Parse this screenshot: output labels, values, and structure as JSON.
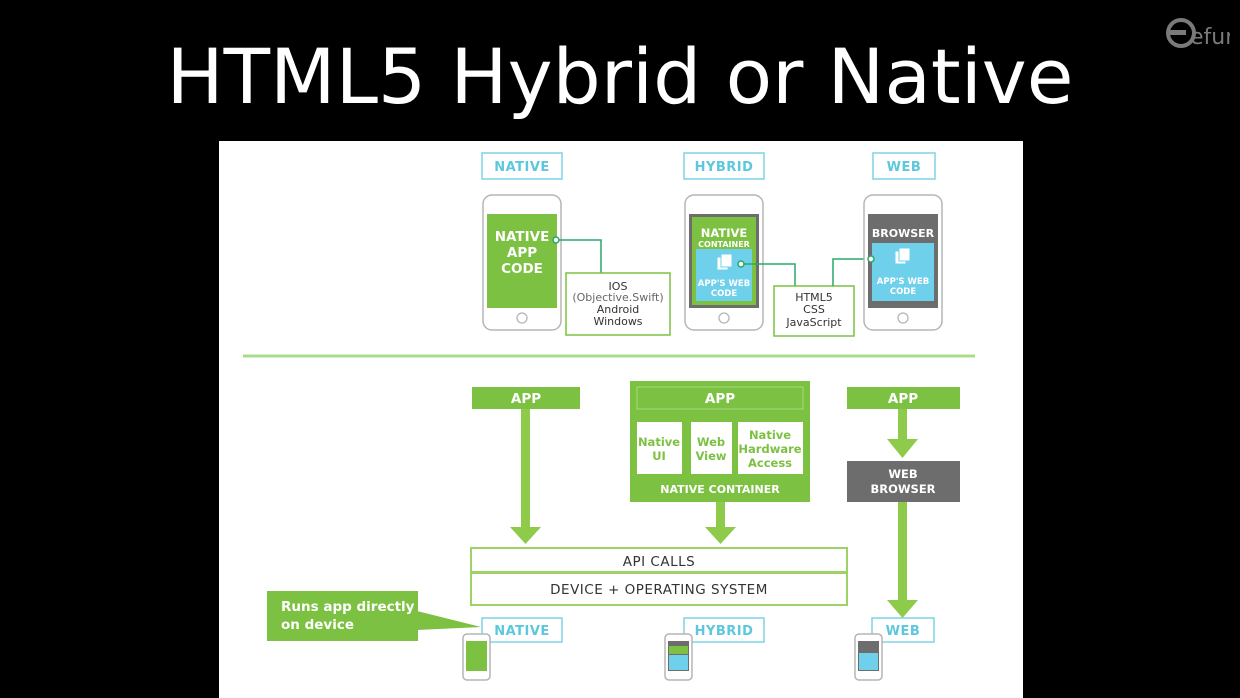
{
  "slide": {
    "title": "HTML5 Hybrid or Native",
    "logo": "efun"
  },
  "top": {
    "native": {
      "label": "NATIVE",
      "code": [
        "NATIVE",
        "APP",
        "CODE"
      ],
      "info": [
        "IOS",
        "(Objective.Swift)",
        "Android",
        "Windows"
      ]
    },
    "hybrid": {
      "label": "HYBRID",
      "container": [
        "NATIVE",
        "CONTAINER"
      ],
      "code": [
        "APP'S WEB",
        "CODE"
      ],
      "info": [
        "HTML5",
        "CSS",
        "JavaScript"
      ]
    },
    "web": {
      "label": "WEB",
      "browser": "BROWSER",
      "code": [
        "APP'S WEB",
        "CODE"
      ]
    }
  },
  "bottom": {
    "native_app": "APP",
    "hybrid_app": "APP",
    "hybrid_parts": [
      [
        "Native",
        "UI"
      ],
      [
        "Web",
        "View"
      ],
      [
        "Native",
        "Hardware",
        "Access"
      ]
    ],
    "native_container": "NATIVE CONTAINER",
    "web_app": "APP",
    "web_browser": [
      "WEB",
      "BROWSER"
    ],
    "api_calls": "API CALLS",
    "device_os": "DEVICE + OPERATING SYSTEM",
    "callout": [
      "Runs app directly",
      "on device"
    ],
    "labels": {
      "native": "NATIVE",
      "hybrid": "HYBRID",
      "web": "WEB"
    }
  },
  "colors": {
    "green": "#7cc142",
    "blue": "#6fd0ec",
    "gray": "#6d6d6d",
    "label": "#5cc7dd"
  }
}
